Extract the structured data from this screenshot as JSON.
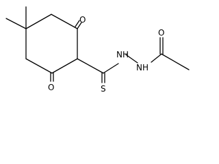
{
  "molecule": {
    "atoms": {
      "o_top": "O",
      "o_bottom": "O",
      "o_acetyl": "O",
      "s_thione": "S",
      "nh_1": "NH",
      "nh_2": "NH"
    }
  },
  "colors": {
    "bond": "#000000",
    "label": "#000000",
    "background": "#ffffff"
  }
}
